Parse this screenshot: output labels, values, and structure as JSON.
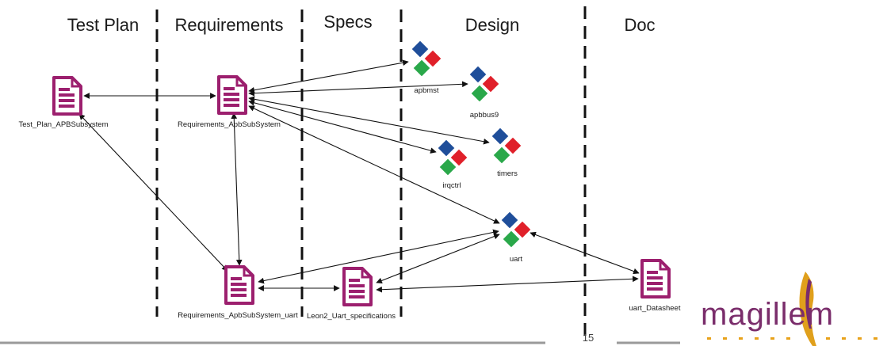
{
  "columns": [
    {
      "key": "test_plan",
      "label": "Test Plan"
    },
    {
      "key": "requirements",
      "label": "Requirements"
    },
    {
      "key": "specs",
      "label": "Specs"
    },
    {
      "key": "design",
      "label": "Design"
    },
    {
      "key": "doc",
      "label": "Doc"
    }
  ],
  "nodes": {
    "test_plan": {
      "label": "Test_Plan_APBSubsystem",
      "icon": "document-icon"
    },
    "req_apb": {
      "label": "Requirements_ApbSubSystem",
      "icon": "document-icon"
    },
    "req_uart": {
      "label": "Requirements_ApbSubSystem_uart",
      "icon": "document-icon"
    },
    "leon_spec": {
      "label": "Leon2_Uart_specifications",
      "icon": "document-icon"
    },
    "uart_ds": {
      "label": "uart_Datasheet",
      "icon": "document-icon"
    },
    "apbmst": {
      "label": "apbmst",
      "icon": "ip-block-icon"
    },
    "apbbus9": {
      "label": "apbbus9",
      "icon": "ip-block-icon"
    },
    "timers": {
      "label": "timers",
      "icon": "ip-block-icon"
    },
    "irqctrl": {
      "label": "irqctrl",
      "icon": "ip-block-icon"
    },
    "uart": {
      "label": "uart",
      "icon": "ip-block-icon"
    }
  },
  "edges": [
    [
      "test_plan",
      "req_apb"
    ],
    [
      "test_plan",
      "req_uart"
    ],
    [
      "req_apb",
      "req_uart"
    ],
    [
      "req_apb",
      "apbmst"
    ],
    [
      "req_apb",
      "apbbus9"
    ],
    [
      "req_apb",
      "timers"
    ],
    [
      "req_apb",
      "irqctrl"
    ],
    [
      "req_apb",
      "uart"
    ],
    [
      "req_uart",
      "leon_spec"
    ],
    [
      "req_uart",
      "uart"
    ],
    [
      "leon_spec",
      "uart"
    ],
    [
      "leon_spec",
      "uart_ds"
    ],
    [
      "uart",
      "uart_ds"
    ]
  ],
  "footer": {
    "page_number": "15",
    "brand": "magillem"
  },
  "colors": {
    "document": "#9c1f6e",
    "block_blue": "#1f4e9a",
    "block_red": "#e0202a",
    "block_green": "#2aa84a",
    "brand": "#7a2d6b",
    "brand_accent": "#e8a21a"
  }
}
